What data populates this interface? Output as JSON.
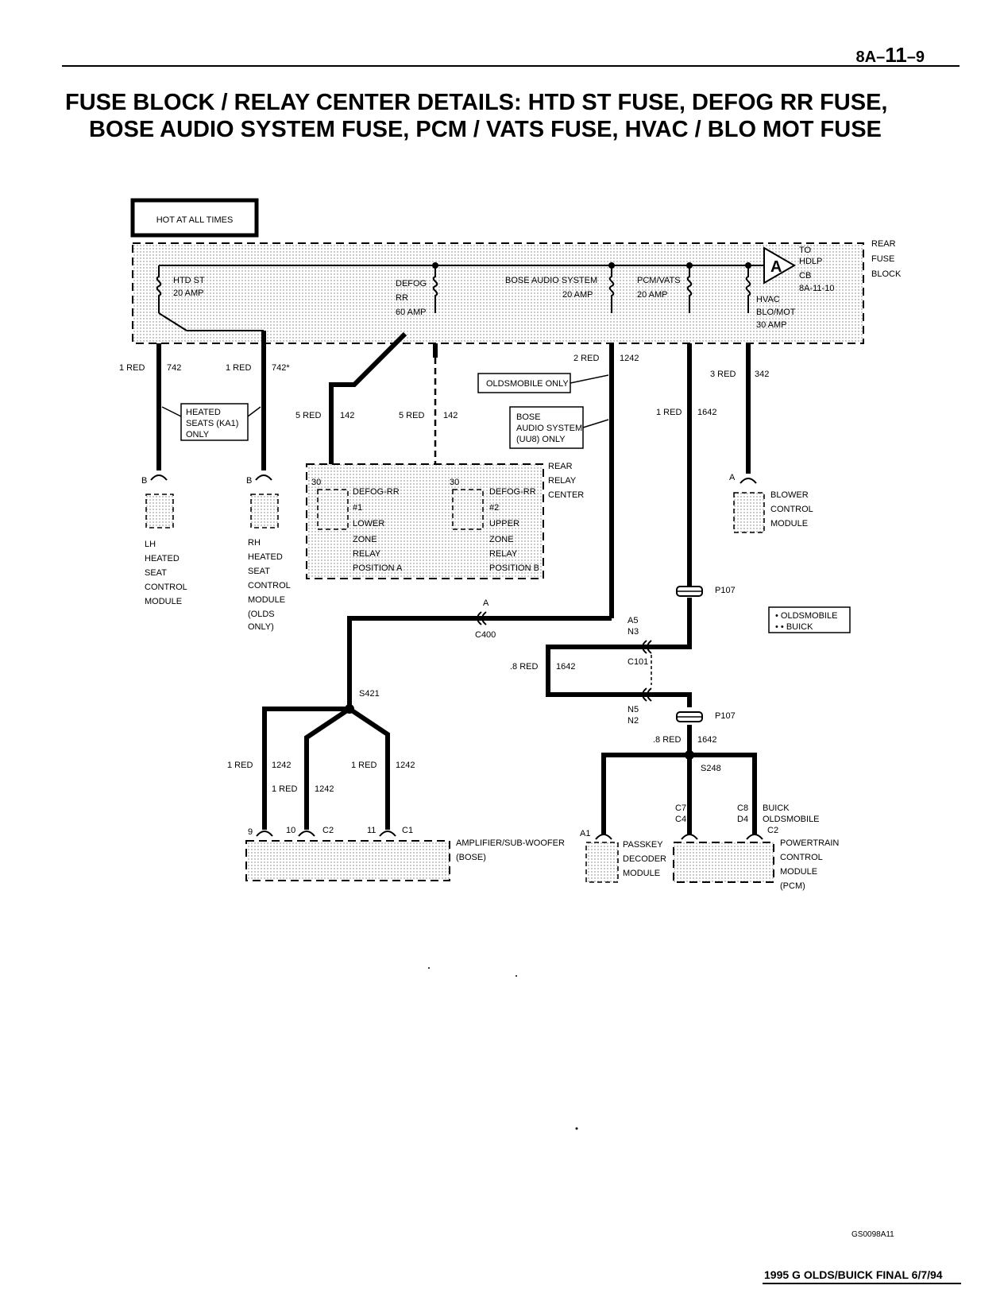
{
  "header": {
    "page_prefix": "8A–",
    "page_section": "11",
    "page_suffix": "–9",
    "title_line1": "FUSE BLOCK / RELAY CENTER DETAILS: HTD ST FUSE, DEFOG RR FUSE,",
    "title_line2": "BOSE AUDIO SYSTEM FUSE, PCM / VATS FUSE, HVAC / BLO MOT FUSE"
  },
  "diagram": {
    "hot_label": "HOT AT ALL TIMES",
    "fuse_block": [
      "REAR",
      "FUSE",
      "BLOCK"
    ],
    "fuses": {
      "htd_st": [
        "HTD ST",
        "20 AMP"
      ],
      "defog": [
        "DEFOG",
        "RR",
        "60 AMP"
      ],
      "bose": [
        "BOSE AUDIO SYSTEM",
        "20 AMP"
      ],
      "pcm": [
        "PCM/VATS",
        "20 AMP"
      ],
      "hvac": [
        "HVAC",
        "BLO/MOT",
        "30 AMP"
      ]
    },
    "cb": {
      "letter": "A",
      "lines": [
        "TO",
        "HDLP",
        "CB",
        "8A-11-10"
      ]
    },
    "wires": {
      "w742a": [
        "1 RED",
        "742"
      ],
      "w742b": [
        "1 RED",
        "742*"
      ],
      "w142a": [
        "5 RED",
        "142"
      ],
      "w142b": [
        "5 RED",
        "142"
      ],
      "w1242top": [
        "2 RED",
        "1242"
      ],
      "w1642": [
        "1 RED",
        "1642"
      ],
      "w342": [
        "3 RED",
        "342"
      ],
      "w1642b": [
        ".8 RED",
        "1642"
      ],
      "w1642c": [
        ".8 RED",
        "1642"
      ],
      "w1242a": [
        "1 RED",
        "1242"
      ],
      "w1242b": [
        "1 RED",
        "1242"
      ],
      "w1242c": [
        "1 RED",
        "1242"
      ]
    },
    "notes": {
      "olds_only": "OLDSMOBILE ONLY",
      "bose_only": [
        "BOSE",
        "AUDIO SYSTEM",
        "(UU8) ONLY"
      ],
      "heated_seats": [
        "HEATED",
        "SEATS (KA1)",
        "ONLY"
      ]
    },
    "relay_center": {
      "label": [
        "REAR",
        "RELAY",
        "CENTER"
      ],
      "relay1": [
        "DEFOG-RR",
        "#1",
        "LOWER",
        "ZONE",
        "RELAY",
        "POSITION A"
      ],
      "relay2": [
        "DEFOG-RR",
        "#2",
        "UPPER",
        "ZONE",
        "RELAY",
        "POSITION B"
      ],
      "pin": "30"
    },
    "modules": {
      "lh_seat": [
        "LH",
        "HEATED",
        "SEAT",
        "CONTROL",
        "MODULE"
      ],
      "rh_seat": [
        "RH",
        "HEATED",
        "SEAT",
        "CONTROL",
        "MODULE",
        "(OLDS",
        "ONLY)"
      ],
      "blower": [
        "BLOWER",
        "CONTROL",
        "MODULE"
      ],
      "amplifier": [
        "AMPLIFIER/SUB-WOOFER",
        "(BOSE)"
      ],
      "passkey": [
        "PASSKEY",
        "DECODER",
        "MODULE"
      ],
      "pcm": [
        "POWERTRAIN",
        "CONTROL",
        "MODULE",
        "(PCM)"
      ]
    },
    "connectors": {
      "lh_pin": "B",
      "rh_pin": "B",
      "blower_pin": "A",
      "c400": "C400",
      "c400_pin": "A",
      "c101": "C101",
      "c101_pins_top": [
        "A5",
        "N3"
      ],
      "c101_pins_bot": [
        "N5",
        "N2"
      ],
      "p107a": "P107",
      "p107b": "P107",
      "s421": "S421",
      "s248": "S248",
      "amp_pins": [
        "9",
        "10",
        "C2",
        "11",
        "C1"
      ],
      "passkey_pin": "A1",
      "pcm_pins": [
        "C7",
        "C4",
        "C8",
        "D4",
        "C2"
      ],
      "pcm_buick": "BUICK",
      "pcm_olds": "OLDSMOBILE"
    },
    "legend": [
      "• OLDSMOBILE",
      "• • BUICK"
    ]
  },
  "footer": {
    "fig_id": "GS0098A11",
    "edition": "1995 G OLDS/BUICK FINAL 6/7/94"
  }
}
